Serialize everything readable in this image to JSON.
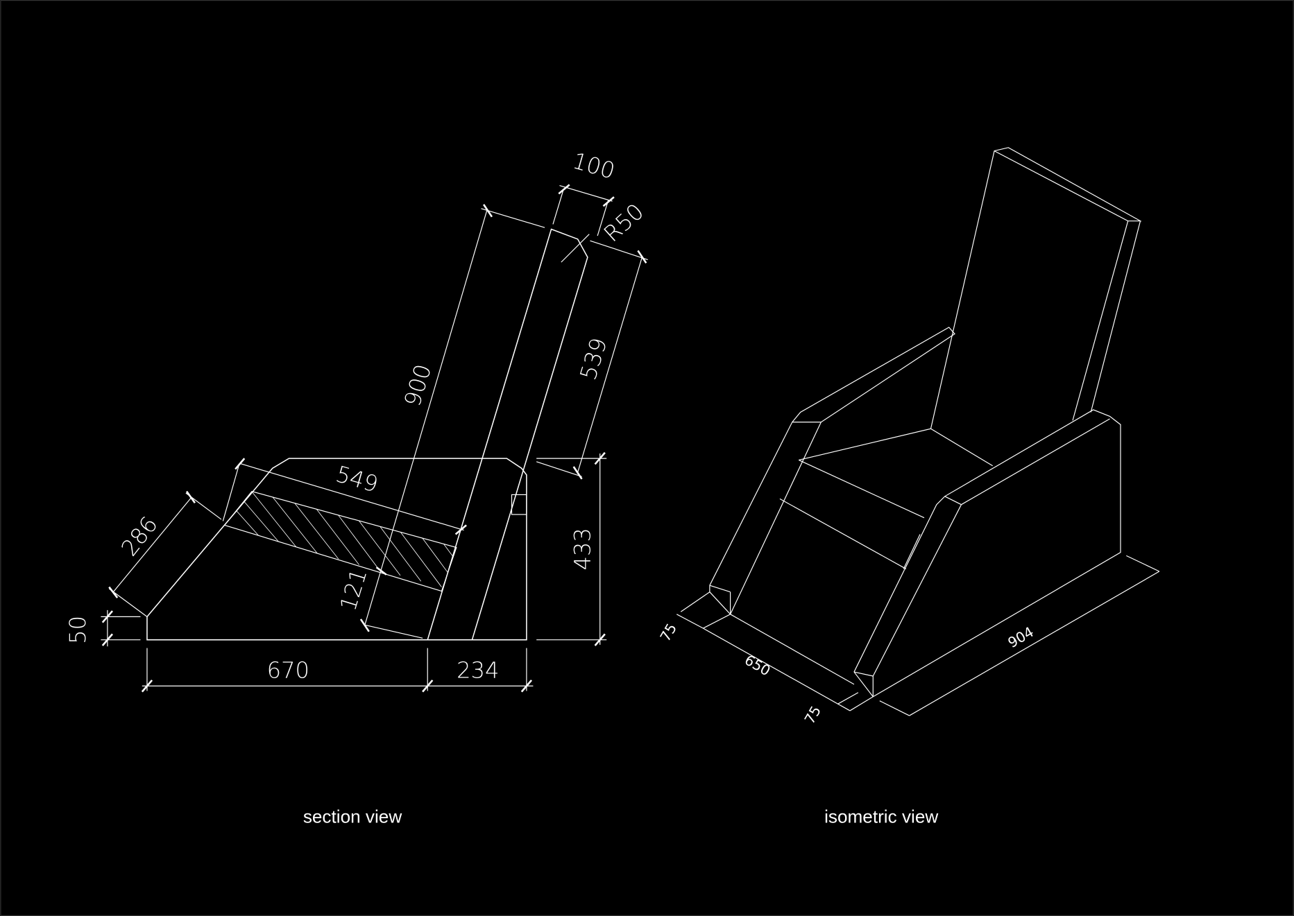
{
  "section_view": {
    "caption": "section view",
    "dimensions": {
      "height_50": "50",
      "slope_286": "286",
      "seat_549": "549",
      "back_900": "900",
      "back_thickness_100": "100",
      "radius": "R50",
      "back_539": "539",
      "height_433": "433",
      "cushion_121": "121",
      "length_670": "670",
      "length_234": "234"
    }
  },
  "isometric_view": {
    "caption": "isometric view",
    "dimensions": {
      "front_75_left": "75",
      "width_650": "650",
      "front_75_right": "75",
      "depth_904": "904"
    }
  },
  "colors": {
    "background": "#000000",
    "lines": "#ffffff"
  }
}
